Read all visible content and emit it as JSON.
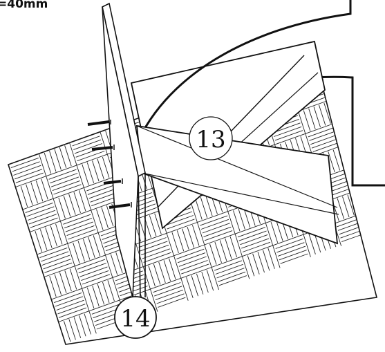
{
  "labels": {
    "dimension_text": "=40mm",
    "callout_13": "13",
    "callout_14": "14"
  },
  "colors": {
    "line": "#111111",
    "background": "#ffffff",
    "panel": "#ffffff"
  }
}
